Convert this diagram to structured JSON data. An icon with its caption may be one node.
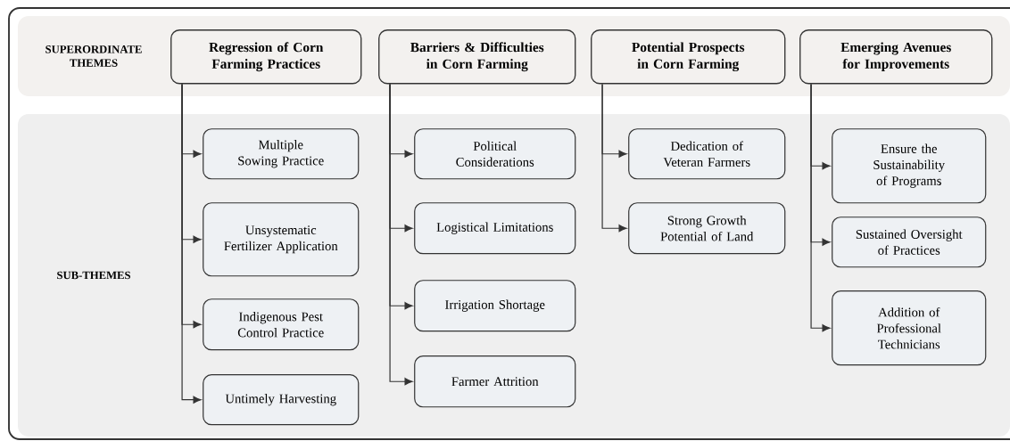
{
  "diagram": {
    "nodes": [
      {
        "text": [
          "SUPERORDINATE THEMES"
        ]
      },
      {
        "text": [
          "Regression of Corn Farming Practices"
        ],
        "in": 0
      },
      {
        "text": [
          "Barriers & Difficulties in Corn Farming"
        ],
        "in": 0
      },
      {
        "text": [
          "Potential Prospects in Corn Farming"
        ],
        "in": 0
      },
      {
        "text": [
          "Emerging Avenues for Improvements"
        ],
        "in": 0
      },
      {
        "text": [
          "SUB-THEMES"
        ]
      },
      {
        "text": [
          "Multiple Sowing Practice"
        ],
        "in": 5
      },
      {
        "text": [
          "Unsystematic Fertilizer Application"
        ],
        "in": 5
      },
      {
        "text": [
          "Indigenous Pest Control Practice"
        ],
        "in": 5
      },
      {
        "text": [
          "Untimely Harvesting"
        ],
        "in": 5
      },
      {
        "text": [
          "Political Considerations"
        ],
        "in": 5
      },
      {
        "text": [
          "Logistical Limitations"
        ],
        "in": 5
      },
      {
        "text": [
          "Irrigation Shortage"
        ],
        "in": 5
      },
      {
        "text": [
          "Farmer Attrition"
        ],
        "in": 5
      },
      {
        "text": [
          "Dedication of Veteran Farmers"
        ],
        "in": 5
      },
      {
        "text": [
          "Strong Growth Potential of Land"
        ],
        "in": 5
      },
      {
        "text": [
          "Ensure the Sustainability of Programs"
        ],
        "in": 5
      },
      {
        "text": [
          "Sustained Oversight of Practices"
        ],
        "in": 5
      },
      {
        "text": [
          "Addition of Professional Technicians"
        ],
        "in": 5
      }
    ],
    "edges": [
      {
        "from": 1,
        "to": 6,
        "arrow": "to"
      },
      {
        "from": 1,
        "to": 7,
        "arrow": "to"
      },
      {
        "from": 1,
        "to": 8,
        "arrow": "to"
      },
      {
        "from": 1,
        "to": 9,
        "arrow": "to"
      },
      {
        "from": 2,
        "to": 10,
        "arrow": "to"
      },
      {
        "from": 2,
        "to": 11,
        "arrow": "to"
      },
      {
        "from": 2,
        "to": 12,
        "arrow": "to"
      },
      {
        "from": 2,
        "to": 13,
        "arrow": "to"
      },
      {
        "from": 3,
        "to": 14,
        "arrow": "to"
      },
      {
        "from": 3,
        "to": 15,
        "arrow": "to"
      },
      {
        "from": 4,
        "to": 16,
        "arrow": "to"
      },
      {
        "from": 4,
        "to": 17,
        "arrow": "to"
      },
      {
        "from": 4,
        "to": 18,
        "arrow": "to"
      }
    ]
  }
}
